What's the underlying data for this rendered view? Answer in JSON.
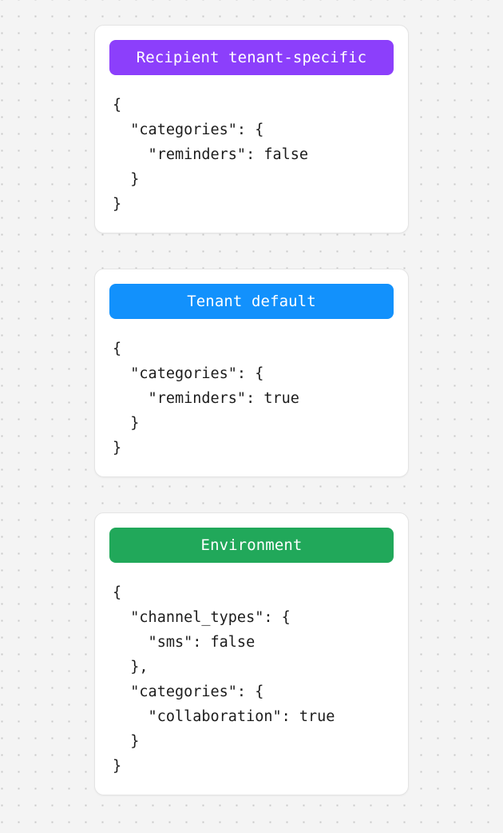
{
  "background": {
    "canvas_color": "#f4f4f4",
    "dot_color": "#c9c9c9"
  },
  "cards": [
    {
      "badge_label": "Recipient tenant-specific",
      "badge_color": "#8c3ffb",
      "badge_text_color": "#ffffff",
      "json_text": "{\n  \"categories\": {\n    \"reminders\": false\n  }\n}"
    },
    {
      "badge_label": "Tenant default",
      "badge_color": "#1291fc",
      "badge_text_color": "#ffffff",
      "json_text": "{\n  \"categories\": {\n    \"reminders\": true\n  }\n}"
    },
    {
      "badge_label": "Environment",
      "badge_color": "#21a85a",
      "badge_text_color": "#ffffff",
      "json_text": "{\n  \"channel_types\": {\n    \"sms\": false\n  },\n  \"categories\": {\n    \"collaboration\": true\n  }\n}"
    }
  ]
}
